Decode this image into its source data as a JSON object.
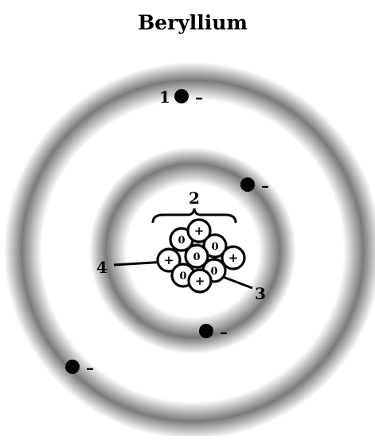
{
  "title": "Beryllium",
  "labels": {
    "outer_electron": "1",
    "nucleus": "2",
    "neutron": "3",
    "proton": "4"
  },
  "electron_charge": "–",
  "proton_symbol": "+",
  "neutron_symbol": "0",
  "counts": {
    "protons": 4,
    "neutrons": 5,
    "electrons": 4,
    "shells": 2
  },
  "colors": {
    "shell_dark": "#777777",
    "particle": "#000000",
    "background": "#ffffff"
  }
}
